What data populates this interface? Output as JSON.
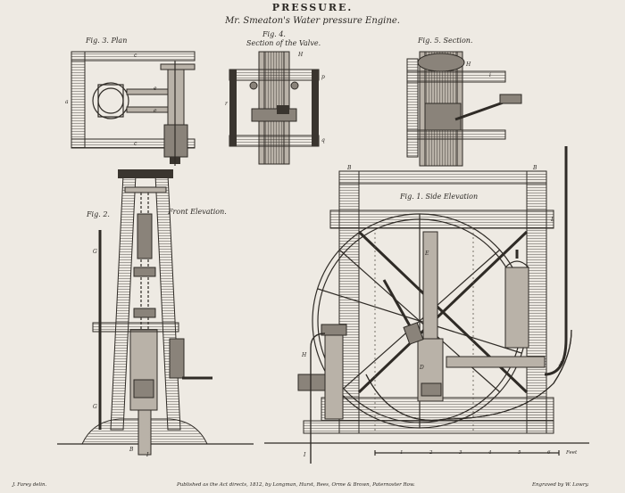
{
  "header": {
    "title": "PRESSURE.",
    "subtitle": "Mr. Smeaton's Water pressure Engine."
  },
  "figures": {
    "fig3": "Fig. 3. Plan",
    "fig4_num": "Fig. 4.",
    "fig4": "Section of the Valve.",
    "fig5": "Fig. 5. Section.",
    "fig2_num": "Fig. 2.",
    "fig2": "Front Elevation.",
    "fig1": "Fig. 1. Side Elevation"
  },
  "scale": {
    "ticks": [
      "1",
      "2",
      "3",
      "4",
      "5",
      "6"
    ],
    "unit": "Feet"
  },
  "footer": {
    "left": "J. Farey delin.",
    "center": "Published as the Act directs, 1812, by Longman, Hurst, Rees, Orme & Brown, Paternoster Row.",
    "right": "Engraved by W. Lowry."
  },
  "colors": {
    "paper": "#eeeae3",
    "ink": "#2f2b26"
  }
}
